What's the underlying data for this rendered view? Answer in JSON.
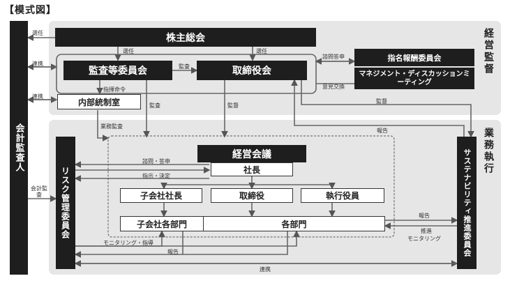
{
  "title": "【模式図】",
  "sections": {
    "supervision": "経営監督",
    "execution": "業務執行"
  },
  "boxes": {
    "auditor": "会計監査人",
    "shareholders": "株主総会",
    "audit_committee": "監査等委員会",
    "board": "取締役会",
    "nomination": "指名報酬委員会",
    "mgmt_discussion": "マネジメント・ディスカッションミーティング",
    "internal_control": "内部統制室",
    "mgmt_council": "経営会議",
    "president": "社長",
    "sub_president": "子会社社長",
    "directors": "取締役",
    "officers": "執行役員",
    "sub_departments": "子会社各部門",
    "departments": "各部門",
    "risk_committee": "リスク管理委員会",
    "sustainability": "サステナビリティ推進委員会"
  },
  "labels": {
    "elect1": "選任",
    "elect2": "選任",
    "elect3": "選任",
    "coop1": "連携",
    "coop2": "連携",
    "coop3": "連携",
    "audit1": "監査",
    "audit2": "監査",
    "consult": "諮問答申",
    "opinion": "意見交換",
    "command": "指揮命令",
    "supervise1": "監督",
    "supervise2": "監督",
    "biz_audit": "業務監査",
    "report1": "報告",
    "report2": "報告",
    "report3": "報告",
    "consult2": "諮問・答申",
    "instruct": "指示・決定",
    "acct_audit": "会計監査",
    "monitoring": "モニタリング・指導",
    "promote": "推進",
    "monitoring2": "モニタリング"
  }
}
